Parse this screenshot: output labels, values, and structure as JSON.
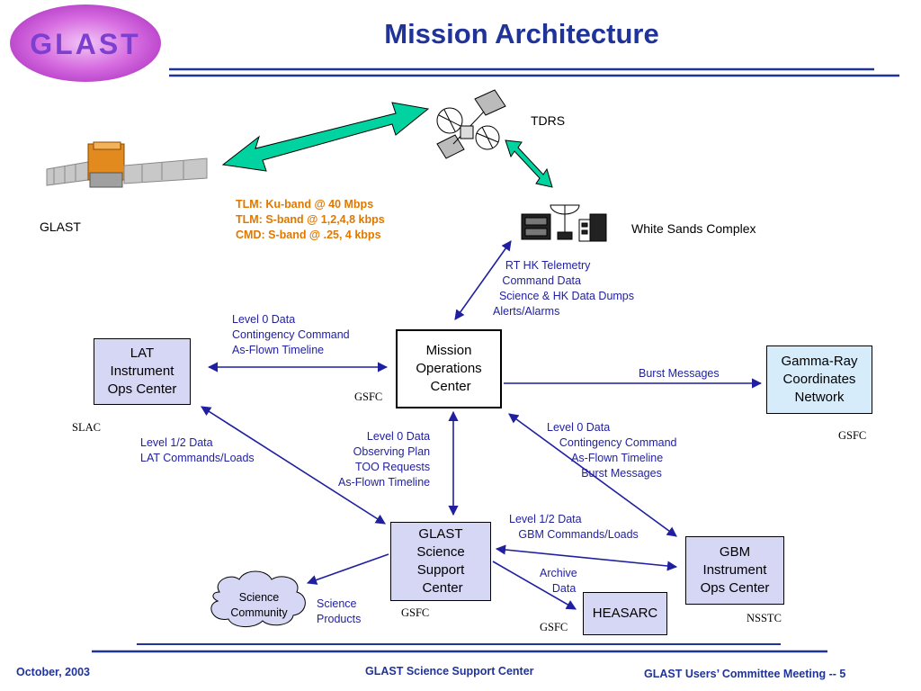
{
  "title": "Mission Architecture",
  "logo_text": "GLAST",
  "labels": {
    "tdrs": "TDRS",
    "glast": "GLAST",
    "white_sands": "White Sands Complex"
  },
  "tlm_lines": [
    "TLM:  Ku-band @ 40 Mbps",
    "TLM:  S-band @ 1,2,4,8 kbps",
    "CMD: S-band @ .25, 4 kbps"
  ],
  "boxes": {
    "moc": "Mission\nOperations\n Center",
    "lat": "LAT\nInstrument\nOps Center",
    "gcn": "Gamma-Ray\nCoordinates\nNetwork",
    "gssc": "GLAST\nScience\nSupport\n Center",
    "gbm": "GBM\nInstrument\nOps Center",
    "heasarc": "HEASARC",
    "science_community": "Science\nCommunity"
  },
  "locations": {
    "moc": "GSFC",
    "lat": "SLAC",
    "gcn": "GSFC",
    "gssc": "GSFC",
    "heasarc": "GSFC",
    "gbm": "NSSTC"
  },
  "flows": {
    "wsc_moc": "    RT HK Telemetry\n   Command Data\n  Science & HK Data Dumps\nAlerts/Alarms",
    "lat_moc": "Level 0 Data\nContingency Command\nAs-Flown Timeline",
    "burst": "Burst Messages",
    "lat_gssc": "Level 1/2 Data\nLAT Commands/Loads",
    "moc_gssc": "   Level 0 Data\nObserving Plan\n TOO Requests\nAs-Flown Timeline",
    "moc_gbm": "Level 0 Data\n    Contingency Command\n        As-Flown Timeline\n           Burst Messages",
    "gssc_gbm": "Level 1/2 Data\n   GBM Commands/Loads",
    "archive": "Archive\n    Data",
    "science_products": "Science\nProducts"
  },
  "footer": {
    "date": "October, 2003",
    "center": "GLAST Science Support Center",
    "right": "GLAST Users’ Committee Meeting  --  5"
  },
  "colors": {
    "title": "#1f3399",
    "header_rule": "#1f3399",
    "arrow": "#1f1fa0",
    "green_link": "#00d3a0",
    "orange_text": "#e07800",
    "box_fill": "#d6d6f5",
    "gcn_fill": "#d7ecfb",
    "logo": "#d66be0"
  }
}
